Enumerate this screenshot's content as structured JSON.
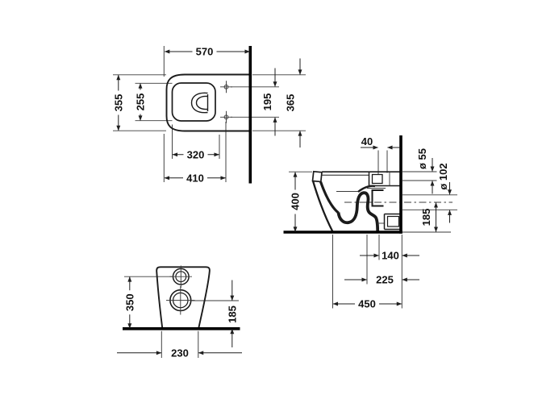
{
  "colors": {
    "ink": "#1b1b1b",
    "heavy_line": "#000000",
    "background": "#ffffff"
  },
  "dims": {
    "plan": {
      "overall_length": "570",
      "overall_width": "355",
      "bowl_opening_width": "255",
      "fixing_hole_spacing": "195",
      "rear_width": "365",
      "bowl_opening_length": "320",
      "front_to_fixing_holes": "410"
    },
    "side": {
      "inlet_offset": "40",
      "inlet_diameter": "ø 55",
      "outlet_diameter": "ø 102",
      "height": "400",
      "outlet_height": "185",
      "outlet_to_wall": "140",
      "trap_to_wall": "225",
      "base_depth": "450"
    },
    "front": {
      "inlet_height": "350",
      "outlet_height": "185",
      "base_width": "230"
    }
  }
}
